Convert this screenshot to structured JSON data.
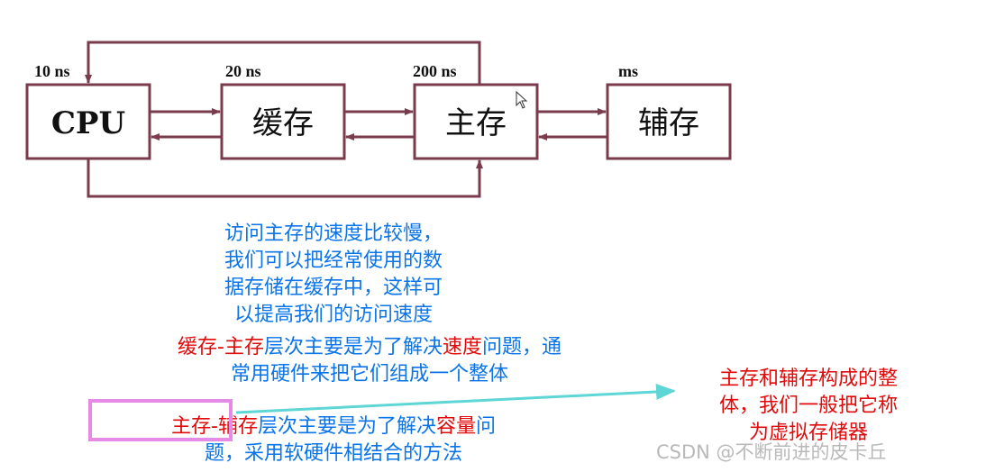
{
  "diagram": {
    "boxes": {
      "cpu": "CPU",
      "cache": "缓存",
      "main_memory": "主存",
      "secondary": "辅存"
    },
    "latencies": {
      "cpu": "10 ns",
      "cache": "20 ns",
      "main_memory": "200 ns",
      "secondary": "ms"
    }
  },
  "notes": {
    "cache_note": [
      "访问主存的速度比较慢，",
      "我们可以把经常使用的数",
      "据存储在缓存中，这样可",
      "以提高我们的访问速度"
    ],
    "cache_main": {
      "part1": "缓存-主存",
      "part2": "层次主要是为了解决",
      "part3": "速度",
      "part4": "问题，通",
      "line2": "常用硬件来把它们组成一个整体"
    },
    "main_secondary": {
      "part1": "主存-辅存",
      "part2": "层次主要是为了解决",
      "part3": "容量",
      "part4": "问",
      "line2": "题，采用软硬件相结合的方法"
    },
    "virtual_memory": [
      "主存和辅存构成的整",
      "体，我们一般把它称",
      "为虚拟存储器"
    ]
  },
  "watermark": "CSDN @不断前进的皮卡丘",
  "colors": {
    "box_border": "#7a3b4c",
    "blue_text": "#0a74e8",
    "red_text": "#e10a0a",
    "highlight": "#e58be5",
    "teal_arrow": "#5fd6d6"
  }
}
